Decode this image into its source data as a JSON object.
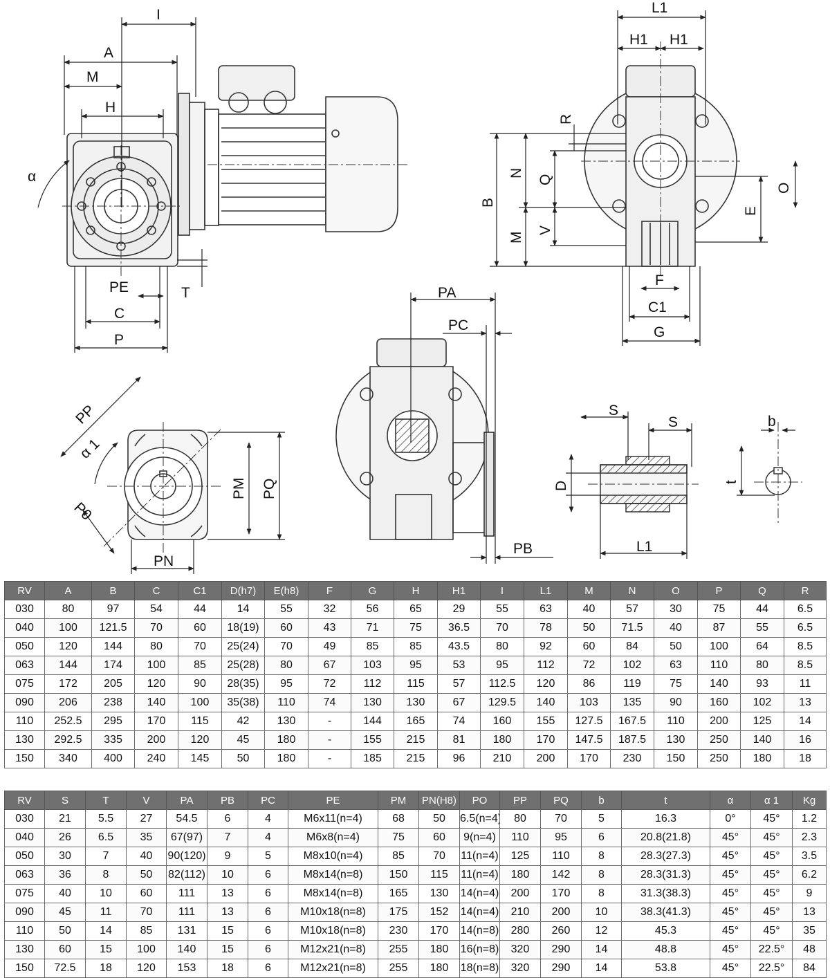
{
  "dims": {
    "A": "A",
    "M": "M",
    "H": "H",
    "I": "I",
    "alpha": "α",
    "PE": "PE",
    "C": "C",
    "P": "P",
    "T": "T",
    "L1": "L1",
    "H1": "H1",
    "R": "R",
    "N": "N",
    "Q": "Q",
    "B": "B",
    "V": "V",
    "O": "O",
    "E": "E",
    "F": "F",
    "C1": "C1",
    "G": "G",
    "PA": "PA",
    "PC": "PC",
    "PB": "PB",
    "PP": "PP",
    "alpha1": "α 1",
    "P0": "P0",
    "PM": "PM",
    "PQ": "PQ",
    "PN": "PN",
    "S": "S",
    "D": "D",
    "b": "b",
    "t": "t"
  },
  "table1": {
    "headers": [
      "RV",
      "A",
      "B",
      "C",
      "C1",
      "D(h7)",
      "E(h8)",
      "F",
      "G",
      "H",
      "H1",
      "I",
      "L1",
      "M",
      "N",
      "O",
      "P",
      "Q",
      "R"
    ],
    "rows": [
      [
        "030",
        "80",
        "97",
        "54",
        "44",
        "14",
        "55",
        "32",
        "56",
        "65",
        "29",
        "55",
        "63",
        "40",
        "57",
        "30",
        "75",
        "44",
        "6.5"
      ],
      [
        "040",
        "100",
        "121.5",
        "70",
        "60",
        "18(19)",
        "60",
        "43",
        "71",
        "75",
        "36.5",
        "70",
        "78",
        "50",
        "71.5",
        "40",
        "87",
        "55",
        "6.5"
      ],
      [
        "050",
        "120",
        "144",
        "80",
        "70",
        "25(24)",
        "70",
        "49",
        "85",
        "85",
        "43.5",
        "80",
        "92",
        "60",
        "84",
        "50",
        "100",
        "64",
        "8.5"
      ],
      [
        "063",
        "144",
        "174",
        "100",
        "85",
        "25(28)",
        "80",
        "67",
        "103",
        "95",
        "53",
        "95",
        "112",
        "72",
        "102",
        "63",
        "110",
        "80",
        "8.5"
      ],
      [
        "075",
        "172",
        "205",
        "120",
        "90",
        "28(35)",
        "95",
        "72",
        "112",
        "115",
        "57",
        "112.5",
        "120",
        "86",
        "119",
        "75",
        "140",
        "93",
        "11"
      ],
      [
        "090",
        "206",
        "238",
        "140",
        "100",
        "35(38)",
        "110",
        "74",
        "130",
        "130",
        "67",
        "129.5",
        "140",
        "103",
        "135",
        "90",
        "160",
        "102",
        "13"
      ],
      [
        "110",
        "252.5",
        "295",
        "170",
        "115",
        "42",
        "130",
        "-",
        "144",
        "165",
        "74",
        "160",
        "155",
        "127.5",
        "167.5",
        "110",
        "200",
        "125",
        "14"
      ],
      [
        "130",
        "292.5",
        "335",
        "200",
        "120",
        "45",
        "180",
        "-",
        "155",
        "215",
        "81",
        "180",
        "170",
        "147.5",
        "187.5",
        "130",
        "250",
        "140",
        "16"
      ],
      [
        "150",
        "340",
        "400",
        "240",
        "145",
        "50",
        "180",
        "-",
        "185",
        "215",
        "96",
        "210",
        "200",
        "170",
        "230",
        "150",
        "250",
        "180",
        "18"
      ]
    ]
  },
  "table2": {
    "headers": [
      "RV",
      "S",
      "T",
      "V",
      "PA",
      "PB",
      "PC",
      "PE",
      "PM",
      "PN(H8)",
      "PO",
      "PP",
      "PQ",
      "b",
      "t",
      "α",
      "α 1",
      "Kg"
    ],
    "rows": [
      [
        "030",
        "21",
        "5.5",
        "27",
        "54.5",
        "6",
        "4",
        "M6x11(n=4)",
        "68",
        "50",
        "6.5(n=4)",
        "80",
        "70",
        "5",
        "16.3",
        "0°",
        "45°",
        "1.2"
      ],
      [
        "040",
        "26",
        "6.5",
        "35",
        "67(97)",
        "7",
        "4",
        "M6x8(n=4)",
        "75",
        "60",
        "9(n=4)",
        "110",
        "95",
        "6",
        "20.8(21.8)",
        "45°",
        "45°",
        "2.3"
      ],
      [
        "050",
        "30",
        "7",
        "40",
        "90(120)",
        "9",
        "5",
        "M8x10(n=4)",
        "85",
        "70",
        "11(n=4)",
        "125",
        "110",
        "8",
        "28.3(27.3)",
        "45°",
        "45°",
        "3.5"
      ],
      [
        "063",
        "36",
        "8",
        "50",
        "82(112)",
        "10",
        "6",
        "M8x14(n=8)",
        "150",
        "115",
        "11(n=4)",
        "180",
        "142",
        "8",
        "28.3(31.3)",
        "45°",
        "45°",
        "6.2"
      ],
      [
        "075",
        "40",
        "10",
        "60",
        "111",
        "13",
        "6",
        "M8x14(n=8)",
        "165",
        "130",
        "14(n=4)",
        "200",
        "170",
        "8",
        "31.3(38.3)",
        "45°",
        "45°",
        "9"
      ],
      [
        "090",
        "45",
        "11",
        "70",
        "111",
        "13",
        "6",
        "M10x18(n=8)",
        "175",
        "152",
        "14(n=4)",
        "210",
        "200",
        "10",
        "38.3(41.3)",
        "45°",
        "45°",
        "13"
      ],
      [
        "110",
        "50",
        "14",
        "85",
        "131",
        "15",
        "6",
        "M10x18(n=8)",
        "230",
        "170",
        "14(n=8)",
        "280",
        "260",
        "12",
        "45.3",
        "45°",
        "45°",
        "35"
      ],
      [
        "130",
        "60",
        "15",
        "100",
        "140",
        "15",
        "6",
        "M12x21(n=8)",
        "255",
        "180",
        "16(n=8)",
        "320",
        "290",
        "14",
        "48.8",
        "45°",
        "22.5°",
        "48"
      ],
      [
        "150",
        "72.5",
        "18",
        "120",
        "153",
        "18",
        "6",
        "M12x21(n=8)",
        "255",
        "180",
        "18(n=8)",
        "320",
        "290",
        "14",
        "53.8",
        "45°",
        "22.5°",
        "84"
      ]
    ]
  }
}
